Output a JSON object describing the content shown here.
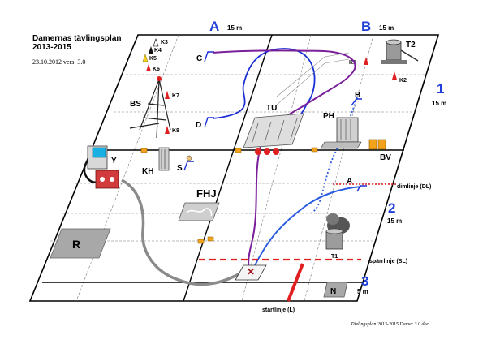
{
  "header": {
    "title_line1": "Damernas tävlingsplan",
    "title_line2": "2013-2015",
    "version": "23.10.2012 vers. 3.0"
  },
  "footer": {
    "text": "Tävlingsplan 2013-2015 Damer 3.0.doc"
  },
  "zones": [
    {
      "id": "A",
      "length": "15 m"
    },
    {
      "id": "B",
      "length": "15 m"
    },
    {
      "id": "1",
      "length": "15 m"
    },
    {
      "id": "2",
      "length": "15 m"
    },
    {
      "id": "3",
      "length": "5 m"
    }
  ],
  "cones": [
    "K1",
    "K2",
    "K3",
    "K4",
    "K5",
    "K6",
    "K7",
    "K8"
  ],
  "objects": {
    "bs": "BS",
    "tu": "TU",
    "ph": "PH",
    "t2": "T2",
    "t1": "T1",
    "y": "Y",
    "kh": "KH",
    "s": "S",
    "fhj": "FHJ",
    "bv": "BV",
    "r": "R",
    "n": "N"
  },
  "points": {
    "c": "C",
    "d": "D",
    "b": "B",
    "a": "A"
  },
  "lines": {
    "dim": "dimlinje (DL)",
    "sparr": "spärrlinje (SL)",
    "start": "startlinje (L)"
  },
  "colors": {
    "zone_blue": "#1f3fd9",
    "route_blue": "#2b5ce0",
    "route_dark_blue": "#1a2fd6",
    "route_purple": "#7a1f9a",
    "line_red": "#e02020",
    "hose_gray": "#8a8a8a",
    "flag_orange": "#f2a31b"
  }
}
